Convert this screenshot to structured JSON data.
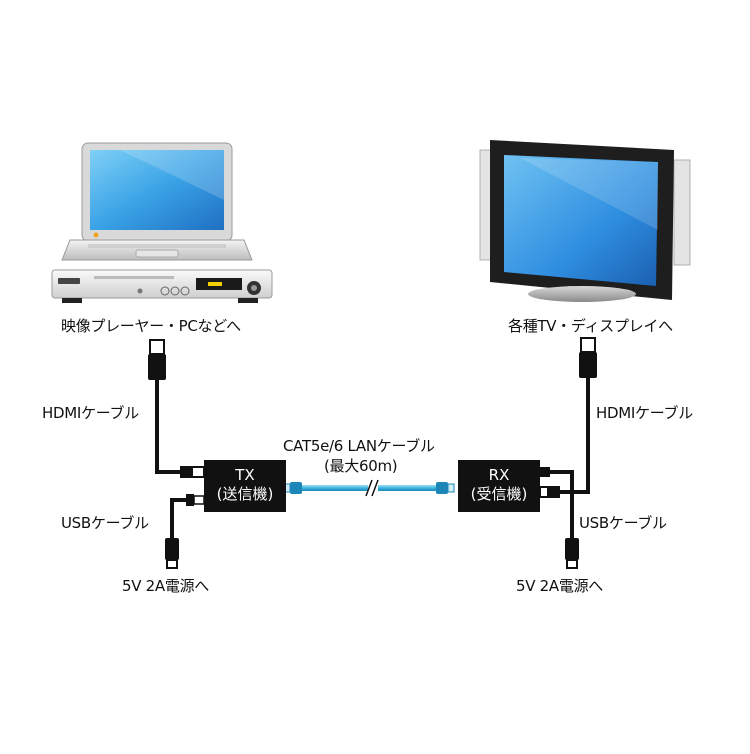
{
  "source_device": {
    "label": "映像プレーヤー・PCなどへ"
  },
  "display_device": {
    "label": "各種TV・ディスプレイへ"
  },
  "tx_unit": {
    "line1": "TX",
    "line2": "(送信機)"
  },
  "rx_unit": {
    "line1": "RX",
    "line2": "(受信機)"
  },
  "cables": {
    "hdmi_left": "HDMIケーブル",
    "hdmi_right": "HDMIケーブル",
    "usb_left": "USBケーブル",
    "usb_right": "USBケーブル",
    "lan_line1": "CAT5e/6 LANケーブル",
    "lan_line2": "(最大60m)"
  },
  "power": {
    "left": "5V 2A電源へ",
    "right": "5V 2A電源へ"
  },
  "colors": {
    "lan_cable": "#4fc3e6",
    "screen": "#3b9be0",
    "unit_box": "#111111"
  }
}
